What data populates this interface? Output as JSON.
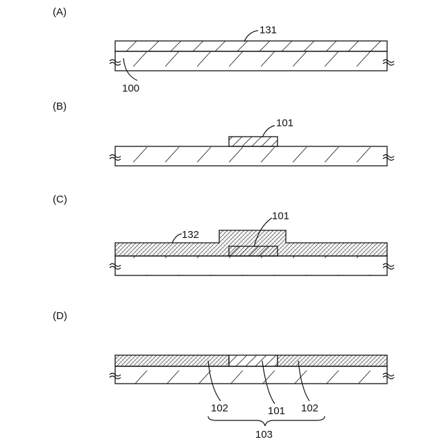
{
  "panels": {
    "a": {
      "title": "(A)",
      "layer_label": "131",
      "substrate_label": "100"
    },
    "b": {
      "title": "(B)",
      "island_label": "101"
    },
    "c": {
      "title": "(C)",
      "film_label": "132",
      "island_label": "101"
    },
    "d": {
      "title": "(D)",
      "left_label": "102",
      "center_label": "101",
      "right_label": "102",
      "group_label": "103"
    }
  }
}
